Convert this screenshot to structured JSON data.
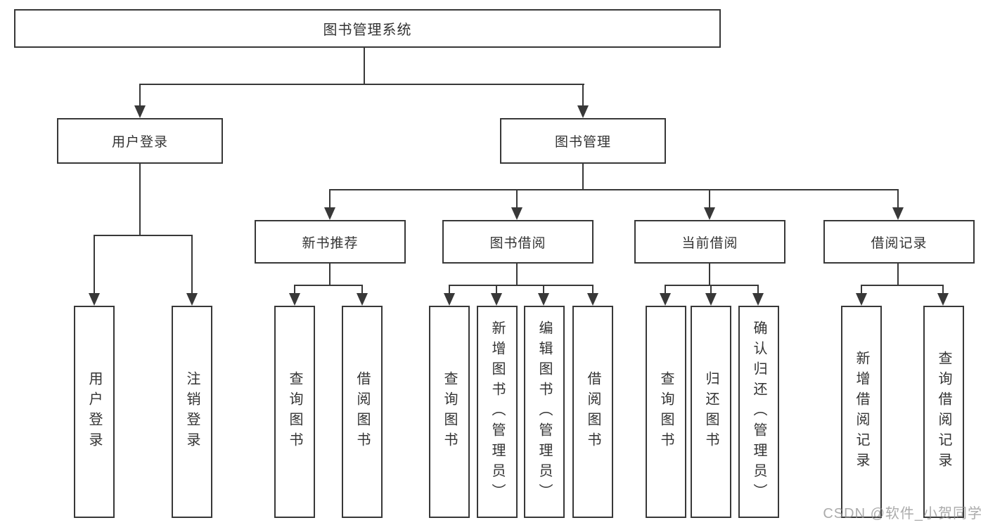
{
  "diagram": {
    "root": {
      "label": "图书管理系统"
    },
    "branches": [
      {
        "label": "用户登录",
        "children": [
          {
            "label": "用户登录"
          },
          {
            "label": "注销登录"
          }
        ]
      },
      {
        "label": "图书管理",
        "children": [
          {
            "label": "新书推荐",
            "children": [
              {
                "label": "查询图书"
              },
              {
                "label": "借阅图书"
              }
            ]
          },
          {
            "label": "图书借阅",
            "children": [
              {
                "label": "查询图书"
              },
              {
                "label": "新增图书（管理员）"
              },
              {
                "label": "编辑图书（管理员）"
              },
              {
                "label": "借阅图书"
              }
            ]
          },
          {
            "label": "当前借阅",
            "children": [
              {
                "label": "查询图书"
              },
              {
                "label": "归还图书"
              },
              {
                "label": "确认归还（管理员）"
              }
            ]
          },
          {
            "label": "借阅记录",
            "children": [
              {
                "label": "新增借阅记录"
              },
              {
                "label": "查询借阅记录"
              }
            ]
          }
        ]
      }
    ],
    "watermark": "CSDN @软件_小贺同学",
    "colors": {
      "background": "#ffffff",
      "line": "#383838",
      "box_border": "#383838",
      "text": "#333333",
      "watermark": "#8f8f8f"
    }
  }
}
